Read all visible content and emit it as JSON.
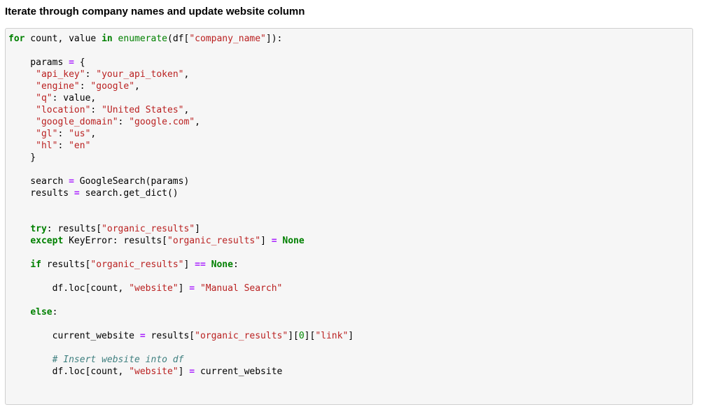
{
  "header": {
    "title": "Iterate through company names and update website column"
  },
  "code": {
    "language": "python",
    "colors": {
      "kw": "#008000",
      "bi": "#008000",
      "str": "#BA2121",
      "op": "#AA22FF",
      "cm": "#408080",
      "num": "#008800",
      "tx": "#000000",
      "cell-bg": "#f6f6f6",
      "cell-border": "#cfcfcf"
    },
    "lines": [
      [
        [
          "kw",
          "for"
        ],
        [
          "tx",
          " count, value "
        ],
        [
          "kw",
          "in"
        ],
        [
          "tx",
          " "
        ],
        [
          "bi",
          "enumerate"
        ],
        [
          "tx",
          "(df["
        ],
        [
          "str",
          "\"company_name\""
        ],
        [
          "tx",
          "]):"
        ]
      ],
      [],
      [
        [
          "tx",
          "    params "
        ],
        [
          "op",
          "="
        ],
        [
          "tx",
          " {"
        ]
      ],
      [
        [
          "tx",
          "     "
        ],
        [
          "str",
          "\"api_key\""
        ],
        [
          "tx",
          ": "
        ],
        [
          "str",
          "\"your_api_token\""
        ],
        [
          "tx",
          ","
        ]
      ],
      [
        [
          "tx",
          "     "
        ],
        [
          "str",
          "\"engine\""
        ],
        [
          "tx",
          ": "
        ],
        [
          "str",
          "\"google\""
        ],
        [
          "tx",
          ","
        ]
      ],
      [
        [
          "tx",
          "     "
        ],
        [
          "str",
          "\"q\""
        ],
        [
          "tx",
          ": value,"
        ]
      ],
      [
        [
          "tx",
          "     "
        ],
        [
          "str",
          "\"location\""
        ],
        [
          "tx",
          ": "
        ],
        [
          "str",
          "\"United States\""
        ],
        [
          "tx",
          ","
        ]
      ],
      [
        [
          "tx",
          "     "
        ],
        [
          "str",
          "\"google_domain\""
        ],
        [
          "tx",
          ": "
        ],
        [
          "str",
          "\"google.com\""
        ],
        [
          "tx",
          ","
        ]
      ],
      [
        [
          "tx",
          "     "
        ],
        [
          "str",
          "\"gl\""
        ],
        [
          "tx",
          ": "
        ],
        [
          "str",
          "\"us\""
        ],
        [
          "tx",
          ","
        ]
      ],
      [
        [
          "tx",
          "     "
        ],
        [
          "str",
          "\"hl\""
        ],
        [
          "tx",
          ": "
        ],
        [
          "str",
          "\"en\""
        ]
      ],
      [
        [
          "tx",
          "    }"
        ]
      ],
      [],
      [
        [
          "tx",
          "    search "
        ],
        [
          "op",
          "="
        ],
        [
          "tx",
          " GoogleSearch(params)"
        ]
      ],
      [
        [
          "tx",
          "    results "
        ],
        [
          "op",
          "="
        ],
        [
          "tx",
          " search.get_dict()"
        ]
      ],
      [],
      [],
      [
        [
          "tx",
          "    "
        ],
        [
          "kw",
          "try"
        ],
        [
          "tx",
          ": results["
        ],
        [
          "str",
          "\"organic_results\""
        ],
        [
          "tx",
          "]"
        ]
      ],
      [
        [
          "tx",
          "    "
        ],
        [
          "kw",
          "except"
        ],
        [
          "tx",
          " KeyError: results["
        ],
        [
          "str",
          "\"organic_results\""
        ],
        [
          "tx",
          "] "
        ],
        [
          "op",
          "="
        ],
        [
          "tx",
          " "
        ],
        [
          "kw",
          "None"
        ]
      ],
      [],
      [
        [
          "tx",
          "    "
        ],
        [
          "kw",
          "if"
        ],
        [
          "tx",
          " results["
        ],
        [
          "str",
          "\"organic_results\""
        ],
        [
          "tx",
          "] "
        ],
        [
          "op",
          "=="
        ],
        [
          "tx",
          " "
        ],
        [
          "kw",
          "None"
        ],
        [
          "tx",
          ":"
        ]
      ],
      [],
      [
        [
          "tx",
          "        df.loc[count, "
        ],
        [
          "str",
          "\"website\""
        ],
        [
          "tx",
          "] "
        ],
        [
          "op",
          "="
        ],
        [
          "tx",
          " "
        ],
        [
          "str",
          "\"Manual Search\""
        ]
      ],
      [],
      [
        [
          "tx",
          "    "
        ],
        [
          "kw",
          "else"
        ],
        [
          "tx",
          ":"
        ]
      ],
      [],
      [
        [
          "tx",
          "        current_website "
        ],
        [
          "op",
          "="
        ],
        [
          "tx",
          " results["
        ],
        [
          "str",
          "\"organic_results\""
        ],
        [
          "tx",
          "]["
        ],
        [
          "num",
          "0"
        ],
        [
          "tx",
          "]["
        ],
        [
          "str",
          "\"link\""
        ],
        [
          "tx",
          "]"
        ]
      ],
      [],
      [
        [
          "tx",
          "        "
        ],
        [
          "cm",
          "# Insert website into df"
        ]
      ],
      [
        [
          "tx",
          "        df.loc[count, "
        ],
        [
          "str",
          "\"website\""
        ],
        [
          "tx",
          "] "
        ],
        [
          "op",
          "="
        ],
        [
          "tx",
          " current_website"
        ]
      ],
      [],
      []
    ]
  }
}
